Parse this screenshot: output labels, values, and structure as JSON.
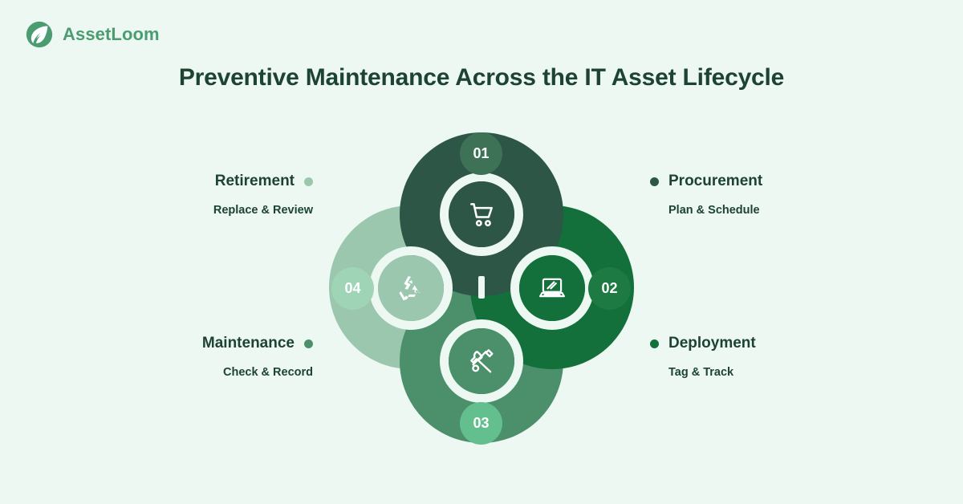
{
  "brand": {
    "name": "AssetLoom",
    "logo_icon": "leaf-circle-logo",
    "color": "#4C9C72"
  },
  "title": "Preventive Maintenance Across the IT Asset Lifecycle",
  "palette": {
    "background": "#ECF8F1",
    "title_color": "#1D4332",
    "petal_01": "#2D5647",
    "petal_02": "#13703A",
    "petal_03": "#4C8F6B",
    "petal_04": "#9AC7AE",
    "badge_01": "#3D7257",
    "badge_02": "#1C7A42",
    "badge_03": "#64BF8E",
    "badge_04": "#9FD4B6"
  },
  "stages": [
    {
      "number": "01",
      "title": "Procurement",
      "subtitle": "Plan & Schedule",
      "icon": "shopping-cart-icon",
      "side": "right",
      "row": "top",
      "dot_color": "#2D5647"
    },
    {
      "number": "02",
      "title": "Deployment",
      "subtitle": "Tag & Track",
      "icon": "laptop-icon",
      "side": "right",
      "row": "bottom",
      "dot_color": "#13703A"
    },
    {
      "number": "03",
      "title": "Maintenance",
      "subtitle": "Check & Record",
      "icon": "tools-wrench-screwdriver-icon",
      "side": "left",
      "row": "bottom",
      "dot_color": "#4C8F6B"
    },
    {
      "number": "04",
      "title": "Retirement",
      "subtitle": "Replace & Review",
      "icon": "recycle-icon",
      "side": "left",
      "row": "top",
      "dot_color": "#9AC7AE"
    }
  ]
}
